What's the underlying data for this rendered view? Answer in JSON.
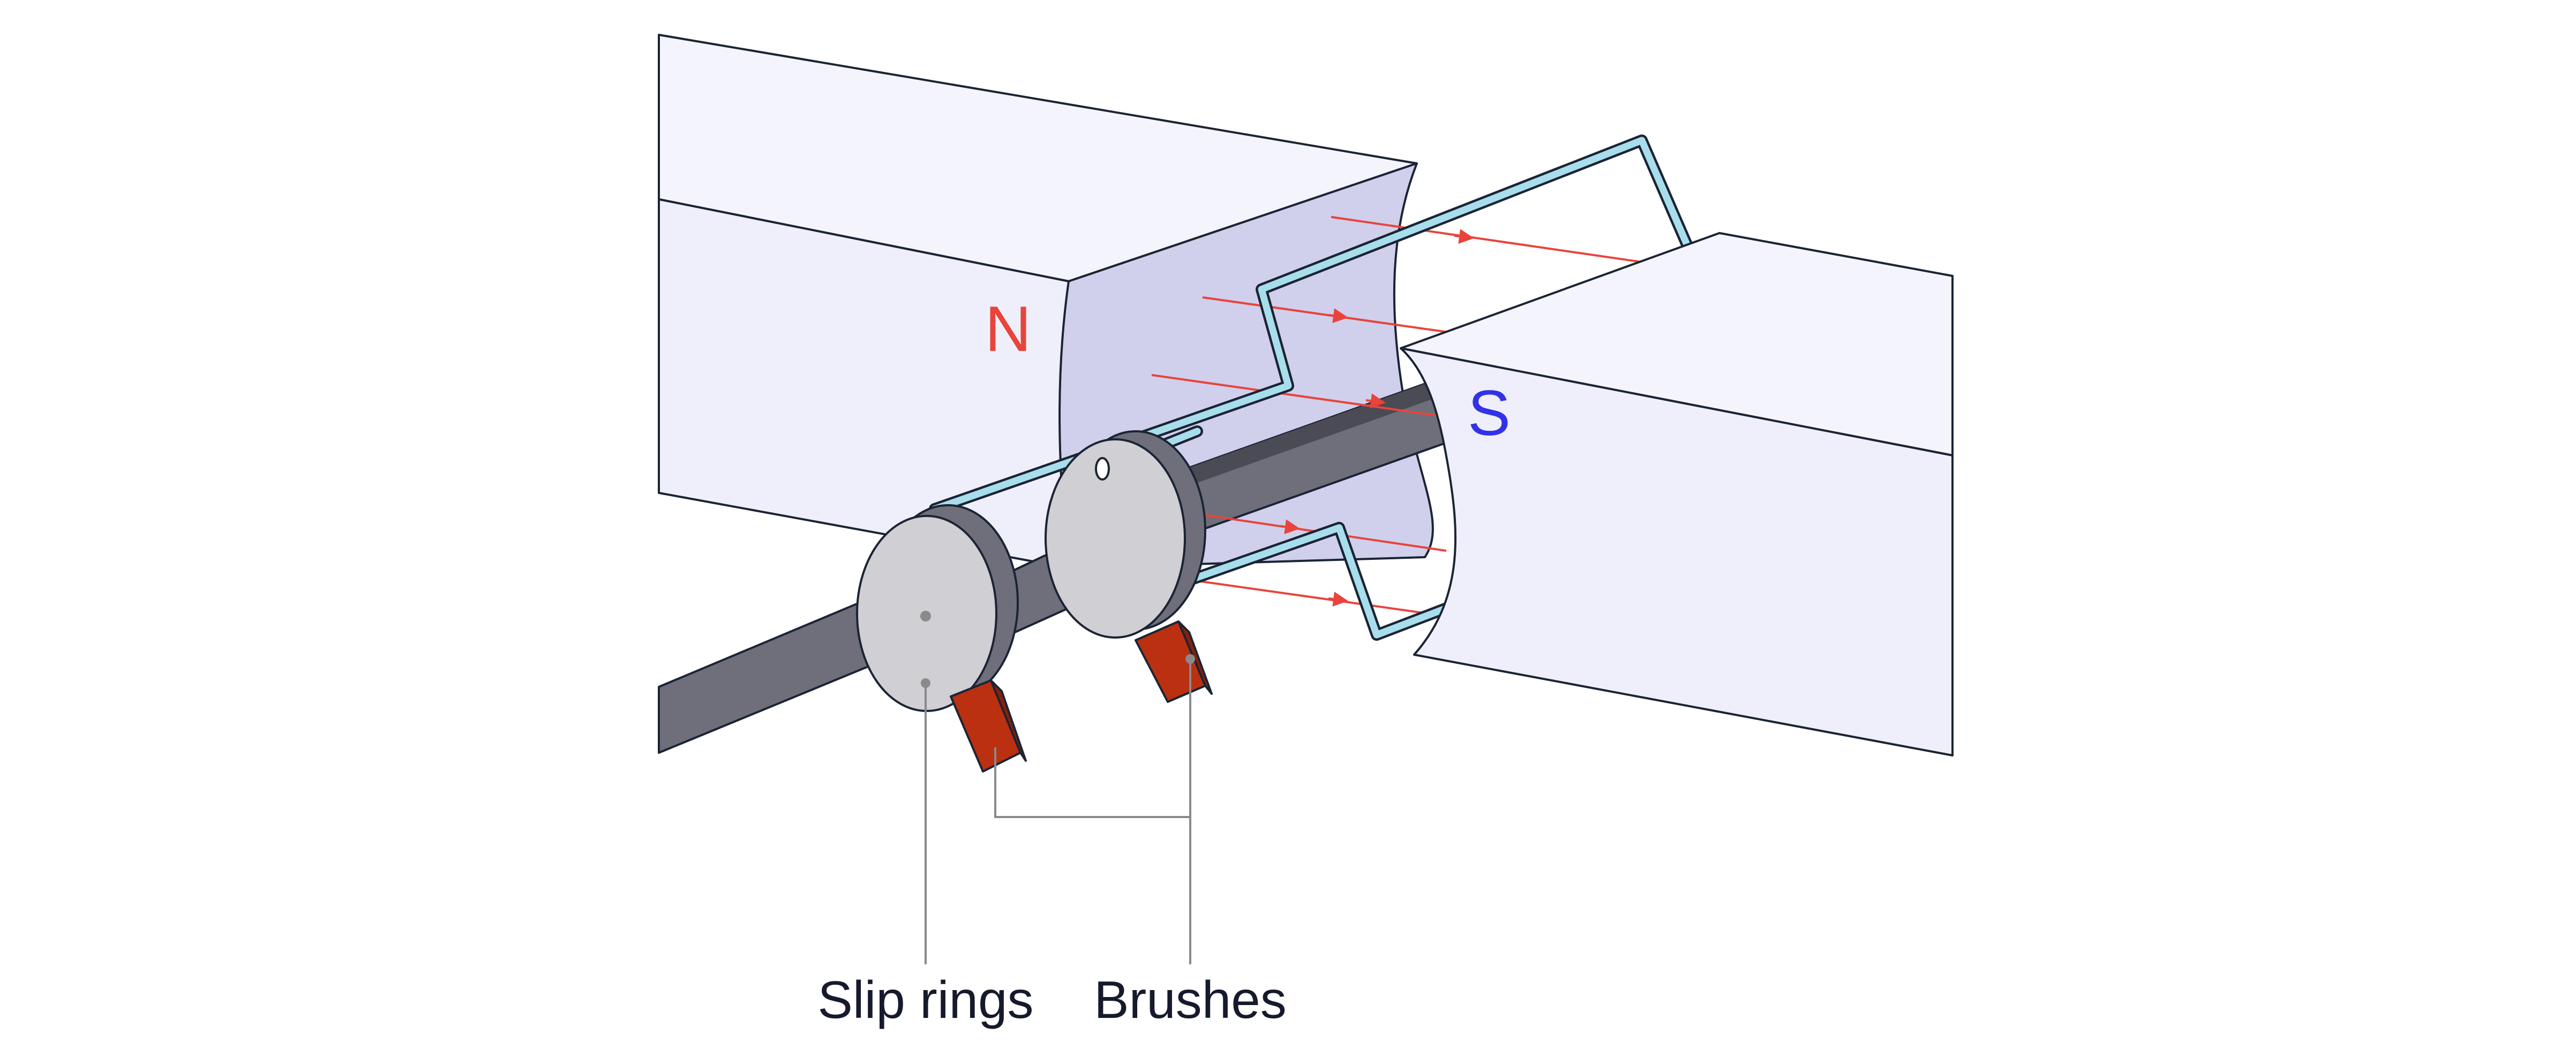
{
  "diagram": {
    "north_pole_label": "N",
    "south_pole_label": "S",
    "callouts": {
      "slip_rings": "Slip rings",
      "brushes": "Brushes"
    }
  },
  "colors": {
    "magnet_top": "#f4f4fc",
    "magnet_side": "#efeffb",
    "magnet_pole_face": "#d0d0ec",
    "field_lines": "#e8443c",
    "coil": "#a8ddec",
    "coil_outline": "#1b2434",
    "shaft": "#6e6f7a",
    "shaft_dark": "#4a4b55",
    "slip_ring_face": "#cfcfd4",
    "slip_ring_edge": "#6e6f7a",
    "brush": "#bb3010",
    "brush_dark": "#8a2008",
    "north_label": "#e8443c",
    "south_label": "#3232e6",
    "leader_lines": "#8a8a8a",
    "outline": "#1b2434",
    "text": "#161a2c"
  }
}
